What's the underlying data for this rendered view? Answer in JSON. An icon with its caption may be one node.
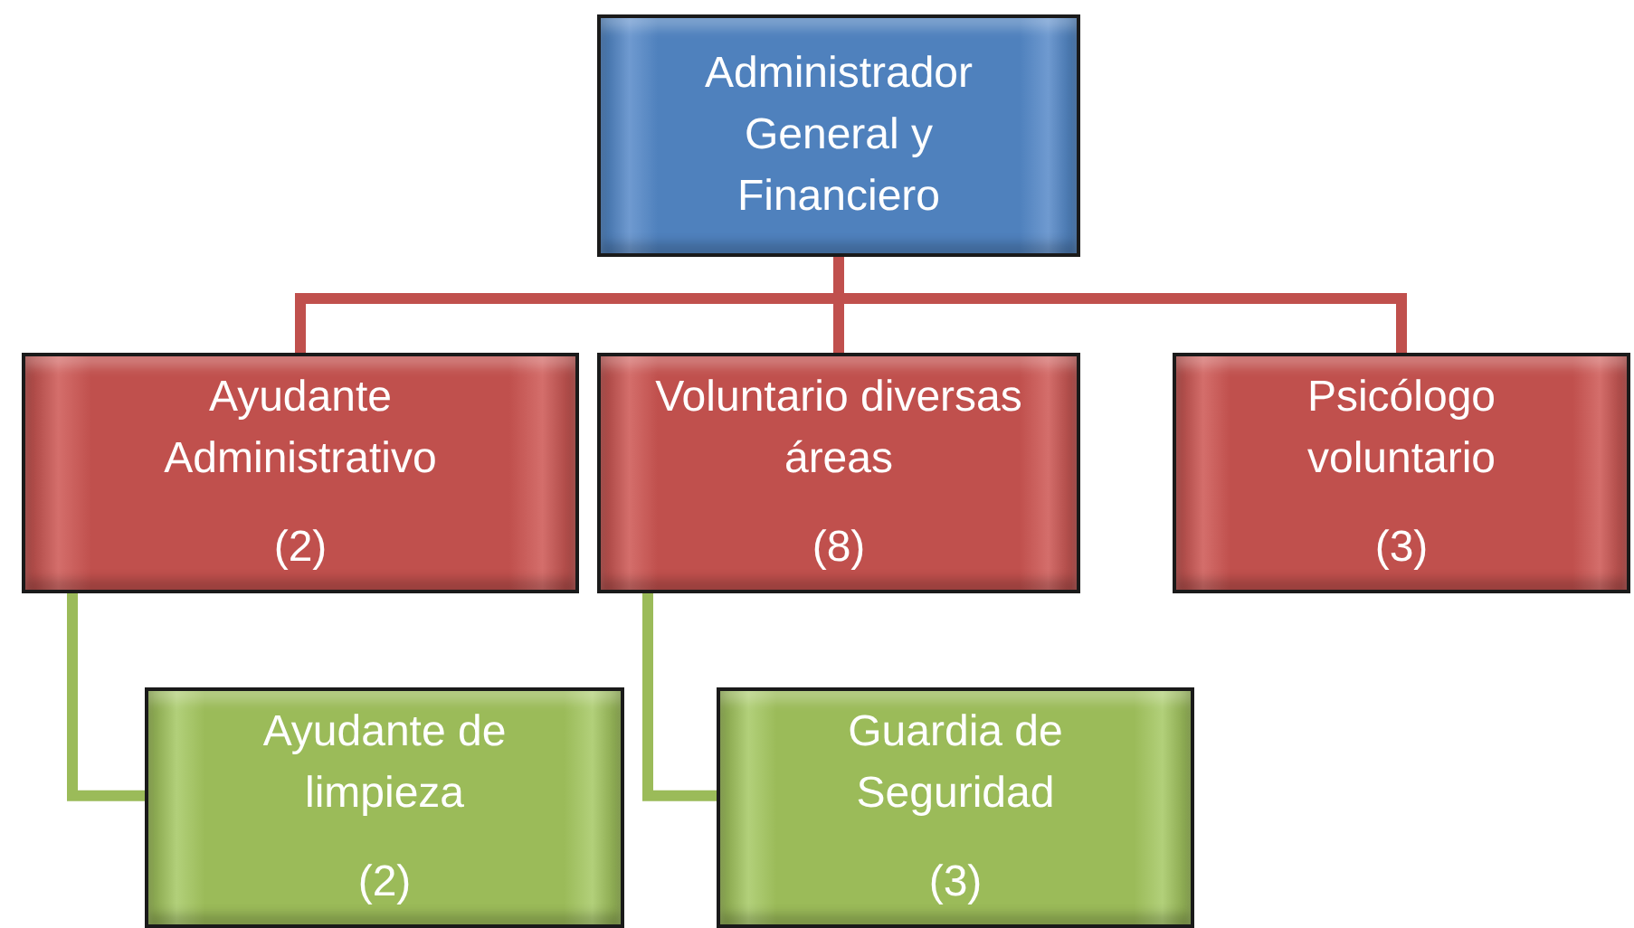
{
  "diagram": {
    "nodes": [
      {
        "text": [
          "Administrador General y Financiero"
        ]
      },
      {
        "text": [
          "Ayudante Administrativo",
          "(2)"
        ]
      },
      {
        "text": [
          "Voluntario diversas áreas",
          "(8)"
        ]
      },
      {
        "text": [
          "Psicólogo voluntario",
          "(3)"
        ]
      },
      {
        "text": [
          "Ayudante de limpieza",
          "(2)"
        ]
      },
      {
        "text": [
          "Guardia de Seguridad",
          "(3)"
        ]
      }
    ],
    "edges": [
      {
        "from": 0,
        "to": 1,
        "arrow": "none"
      },
      {
        "from": 0,
        "to": 2,
        "arrow": "none"
      },
      {
        "from": 0,
        "to": 3,
        "arrow": "none"
      },
      {
        "from": 1,
        "to": 4,
        "arrow": "none",
        "color": "#9bbb59"
      },
      {
        "from": 2,
        "to": 5,
        "arrow": "none",
        "color": "#9bbb59"
      }
    ]
  }
}
